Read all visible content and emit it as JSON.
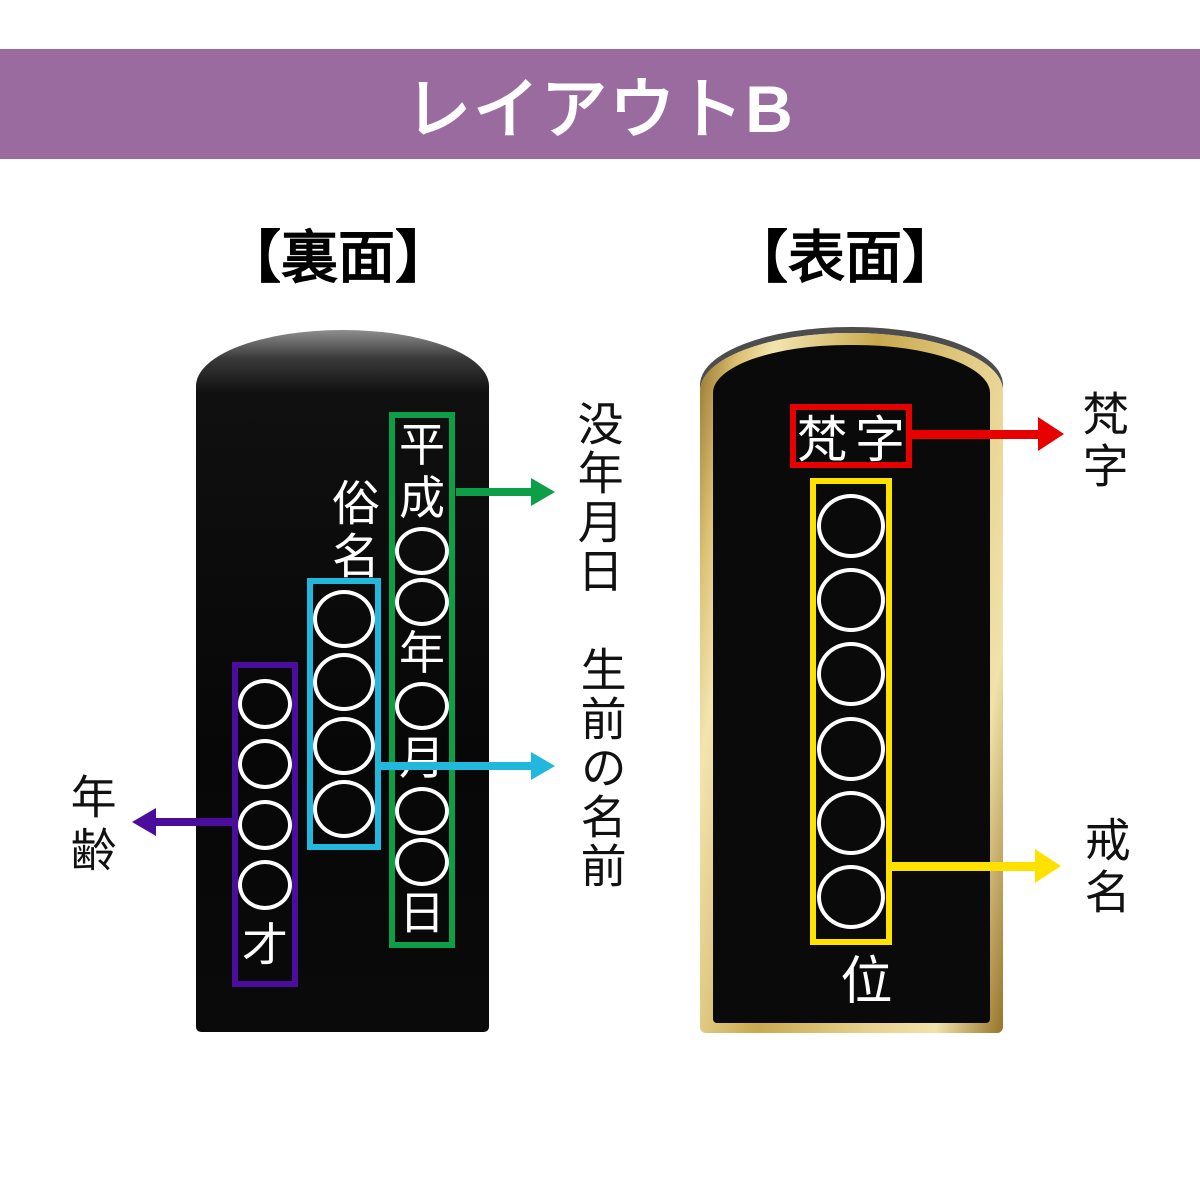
{
  "header": {
    "title": "レイアウトB",
    "bg_color": "#9a6b9e",
    "text_color": "#ffffff"
  },
  "back_panel": {
    "heading": "【裏面】",
    "date_box": {
      "outline_color": "#0d9e48",
      "sequence": [
        "平",
        "成",
        "◯",
        "◯",
        "年",
        "◯",
        "月",
        "◯",
        "◯",
        "日"
      ]
    },
    "common_name_label": "俗名",
    "name_box": {
      "outline_color": "#22b8dd",
      "sequence": [
        "◯",
        "◯",
        "◯",
        "◯"
      ]
    },
    "age_box": {
      "outline_color": "#4b0d9e",
      "sequence": [
        "◯",
        "◯",
        "◯",
        "◯",
        "才"
      ]
    },
    "annotations": {
      "date_label": "没年月日",
      "name_label": "生前の名前",
      "age_label": "年齢"
    }
  },
  "front_panel": {
    "heading": "【表面】",
    "bonji_box": {
      "outline_color": "#e60000",
      "text": "梵字"
    },
    "kaimyo_box": {
      "outline_color": "#ffe100",
      "sequence": [
        "◯",
        "◯",
        "◯",
        "◯",
        "◯",
        "◯"
      ]
    },
    "rank_char": "位",
    "annotations": {
      "bonji_label": "梵字",
      "kaimyo_label": "戒名"
    }
  },
  "colors": {
    "banner_purple": "#9a6b9e",
    "arrow_green": "#0d9e48",
    "arrow_cyan": "#22b8dd",
    "arrow_purple": "#4b0d9e",
    "arrow_red": "#e60000",
    "arrow_yellow": "#ffe100",
    "tablet_black": "#0a0a0a",
    "tablet_gold": "#c9a94e"
  }
}
